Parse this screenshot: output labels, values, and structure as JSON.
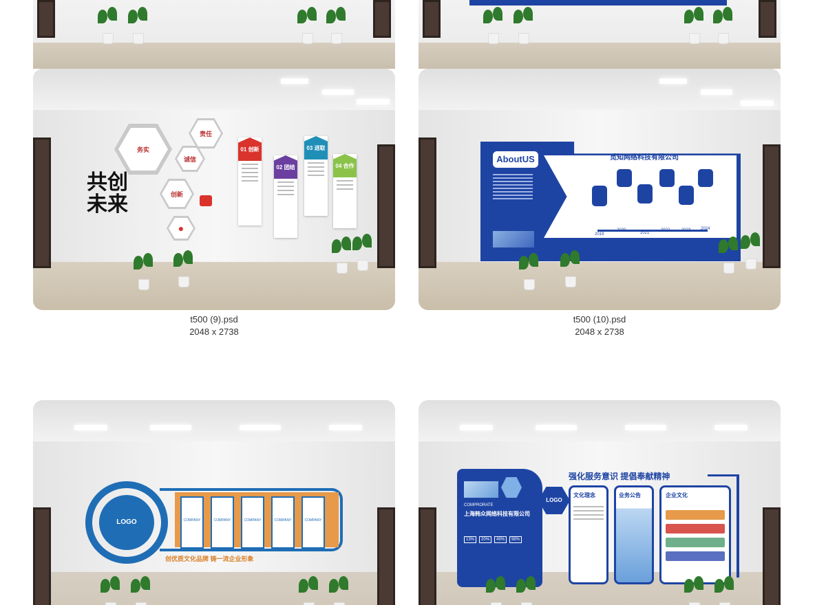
{
  "cards": [
    {
      "caption_name": "t500 (9).psd",
      "caption_dims": "2048 x 2738",
      "display": {
        "slogan": "共创未来",
        "labels": [
          "务实",
          "诚信",
          "责任",
          "创新"
        ],
        "panels": [
          {
            "num": "01",
            "title": "创新",
            "color": "#d9332c"
          },
          {
            "num": "02",
            "title": "团结",
            "color": "#6b3fa0"
          },
          {
            "num": "03",
            "title": "进取",
            "color": "#1f8fb8"
          },
          {
            "num": "04",
            "title": "合作",
            "color": "#8bc34a"
          }
        ]
      }
    },
    {
      "caption_name": "t500 (10).psd",
      "caption_dims": "2048 x 2738",
      "display": {
        "about": "AboutUS",
        "company": "觅知网络科技有限公司",
        "years": [
          "2019",
          "2020",
          "2021",
          "2022",
          "2023",
          "2024"
        ]
      }
    },
    {
      "display": {
        "logo": "LOGO",
        "panel_label": "COMPANY",
        "slogan": "创优质文化品牌 铸一流企业形象"
      }
    },
    {
      "display": {
        "logo": "LOGO",
        "heading": "强化服务意识 提倡奉献精神",
        "comprorate": "COMPRORATE",
        "company": "上海韩众网络科技有限公司",
        "stats": [
          "13%",
          "20%",
          "49%",
          "98%"
        ],
        "columns": [
          "文化理念",
          "业务公告",
          "企业文化"
        ]
      }
    }
  ],
  "colors": {
    "blue": "#1e44a3",
    "orange": "#e69a4a",
    "red": "#d9534f",
    "green": "#6fb08a",
    "violet": "#5a6fbf"
  }
}
